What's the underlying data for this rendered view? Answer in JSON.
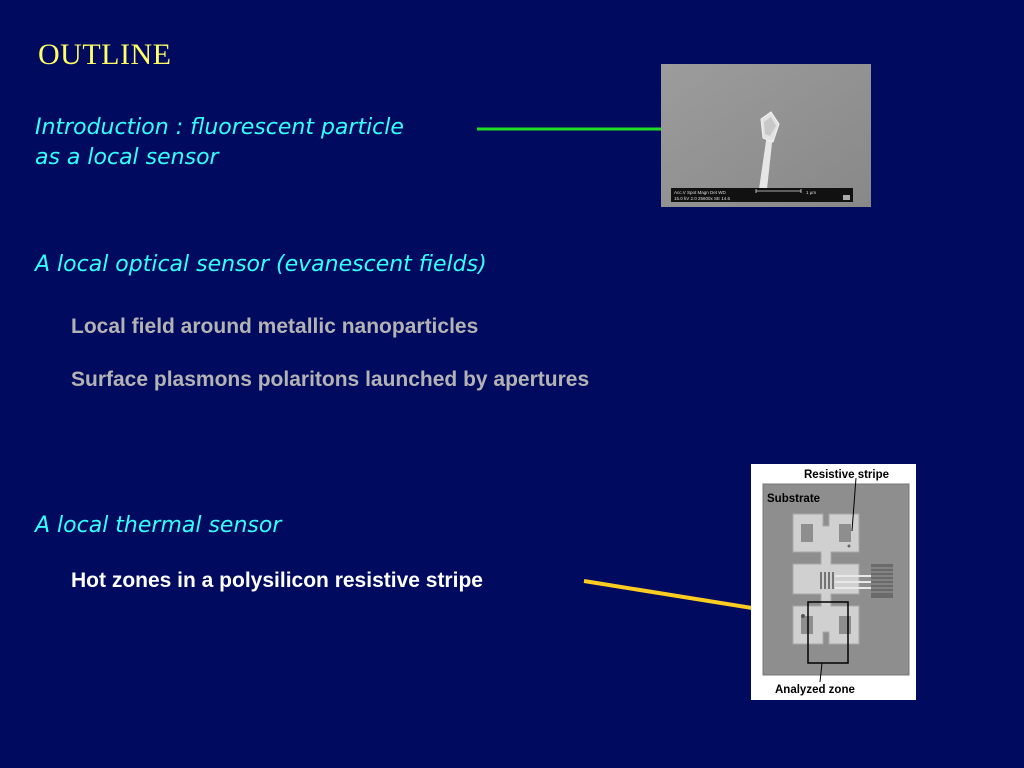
{
  "slide": {
    "title": "OUTLINE",
    "intro_line1": "Introduction : fluorescent particle",
    "intro_line2": "as a local sensor",
    "optical_heading": "A local optical sensor (evanescent fields)",
    "optical_items": [
      "Local field around metallic nanoparticles",
      "Surface plasmons polaritons launched by apertures"
    ],
    "thermal_heading": "A local thermal sensor",
    "thermal_items": [
      "Hot zones in a polysilicon resistive stripe"
    ]
  },
  "sem_image": {
    "databar_line1": "Acc.V  Spot Magn   Det  WD",
    "databar_line2": "15.0 kV 2.0   25600x  SE  14.6",
    "scale_label": "1 µm"
  },
  "chip_image": {
    "label_resistive": "Resistive stripe",
    "label_substrate": "Substrate",
    "label_analyzed": "Analyzed zone"
  },
  "colors": {
    "background": "#000a5e",
    "title": "#ffff66",
    "headings": "#33ffff",
    "sub_items": "#b3b3b3",
    "highlight_item": "#ffffff",
    "arrow_intro": "#22dd22",
    "arrow_thermal": "#ffcc22"
  }
}
